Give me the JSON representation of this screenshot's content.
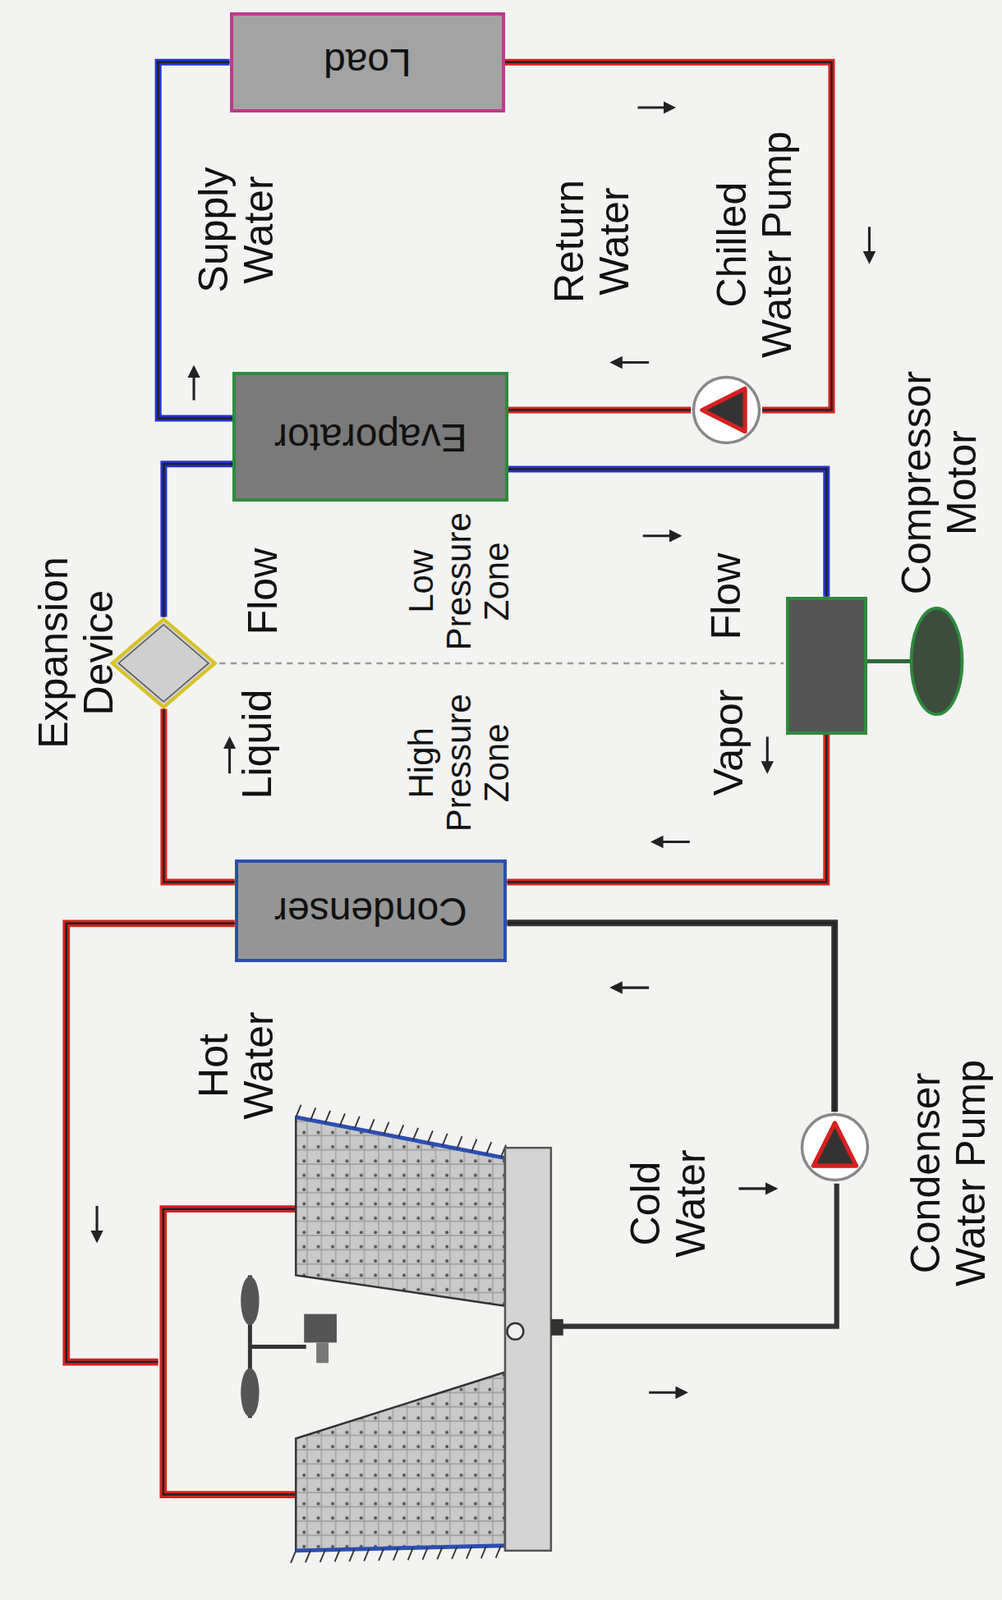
{
  "diagram": {
    "nodes": [
      {
        "text": [
          "Load"
        ]
      },
      {
        "text": [
          "Evaporator"
        ]
      },
      {
        "text": [
          "Condenser"
        ]
      },
      {
        "text": [
          "Expansion Device"
        ]
      },
      {
        "text": [
          "Compressor Motor"
        ]
      },
      {
        "text": [
          "Chilled Water Pump"
        ]
      },
      {
        "text": [
          "Condenser Water Pump"
        ]
      }
    ],
    "edges": [
      {
        "from": 1,
        "to": 0,
        "arrow": "none"
      },
      {
        "from": 0,
        "to": 5,
        "arrow": "none"
      },
      {
        "from": 5,
        "to": 1,
        "arrow": "none"
      },
      {
        "from": 1,
        "to": 4,
        "arrow": "none"
      },
      {
        "from": 4,
        "to": 2,
        "arrow": "none"
      },
      {
        "from": 2,
        "to": 3,
        "arrow": "none"
      },
      {
        "from": 3,
        "to": 1,
        "arrow": "none"
      },
      {
        "from": 6,
        "to": 2,
        "arrow": "none"
      }
    ],
    "labels": [
      "Supply Water",
      "Return Water",
      "Liquid",
      "Flow",
      "Low Pressure Zone",
      "High Pressure Zone",
      "Vapor",
      "Flow",
      "Hot Water",
      "Cold Water"
    ]
  }
}
